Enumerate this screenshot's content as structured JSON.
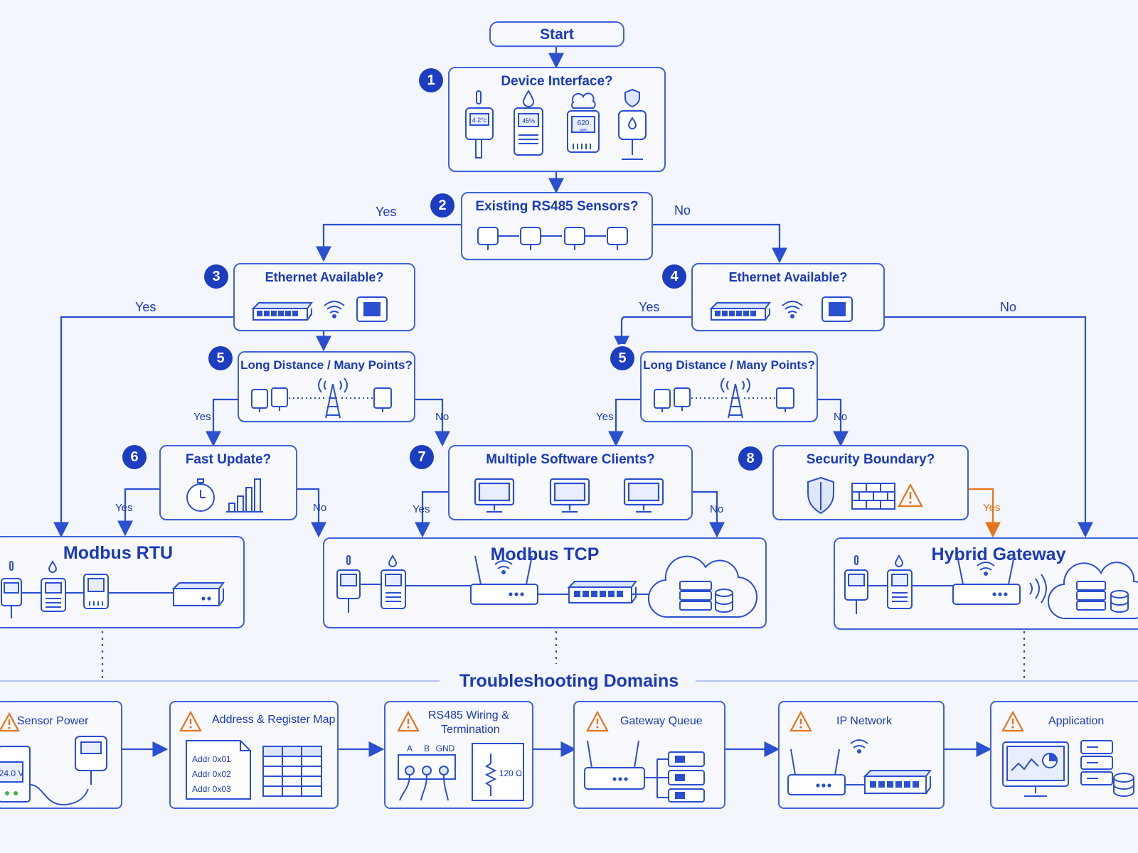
{
  "nodes": {
    "start": "Start",
    "q1": "Device Interface?",
    "q2": "Existing RS485 Sensors?",
    "q3": "Ethernet Available?",
    "q4": "Ethernet Available?",
    "q5a": "Long Distance / Many Points?",
    "q5b": "Long Distance / Many Points?",
    "q6": "Fast Update?",
    "q7": "Multiple Software Clients?",
    "q8": "Security Boundary?",
    "rtu": "Modbus RTU",
    "tcp": "Modbus TCP",
    "hybrid": "Hybrid Gateway"
  },
  "badges": {
    "q1": "1",
    "q2": "2",
    "q3": "3",
    "q4": "4",
    "q5a": "5",
    "q5b": "5",
    "q6": "6",
    "q7": "7",
    "q8": "8"
  },
  "edge_labels": {
    "q2_yes": "Yes",
    "q2_no": "No",
    "q3_yes": "Yes",
    "q4_yes": "Yes",
    "q4_no": "No",
    "q5a_yes": "Yes",
    "q5a_no": "No",
    "q5b_yes": "Yes",
    "q5b_no": "No",
    "q6_yes": "Yes",
    "q6_no": "No",
    "q7_yes": "Yes",
    "q7_no": "No",
    "q8_yes": "Yes"
  },
  "device_readings": {
    "temp": "4.2°c",
    "humidity": "45%",
    "co2": "620",
    "co2_unit": "ppm"
  },
  "troubleshooting": {
    "title": "Troubleshooting Domains",
    "domains": [
      "Sensor Power",
      "Address & Register Map",
      "RS485 Wiring &",
      "Termination",
      "Gateway Queue",
      "IP Network",
      "Application"
    ],
    "voltage": "24.0 V",
    "registers": [
      "Addr   0x01",
      "Addr   0x02",
      "Addr   0x03"
    ],
    "terminals": [
      "A",
      "B",
      "GND"
    ],
    "resistor": "120 Ω"
  },
  "colors": {
    "primary": "#1c3dc0",
    "line": "#3f63d9",
    "warning": "#e8741a",
    "background": "#f3f6fc"
  }
}
